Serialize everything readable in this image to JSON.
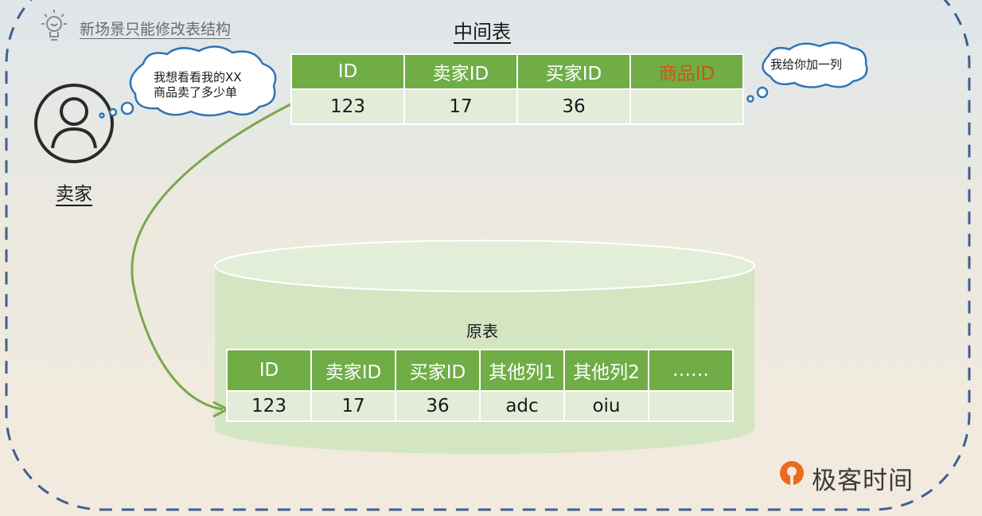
{
  "header": {
    "tip_label": "新场景只能修改表结构",
    "tip_icon": "lightbulb-icon"
  },
  "intermediate_table": {
    "title": "中间表",
    "columns": [
      "ID",
      "卖家ID",
      "买家ID",
      "商品ID"
    ],
    "row": [
      "123",
      "17",
      "36",
      ""
    ],
    "accent_column_color": "#c55a11"
  },
  "seller": {
    "label": "卖家",
    "icon": "user-avatar-icon"
  },
  "bubbles": {
    "seller_line1": "我想看看我的XX",
    "seller_line2": "商品卖了多少单",
    "system_reply": "我给你加一列"
  },
  "original_table": {
    "title": "原表",
    "columns": [
      "ID",
      "卖家ID",
      "买家ID",
      "其他列1",
      "其他列2",
      "……"
    ],
    "row": [
      "123",
      "17",
      "36",
      "adc",
      "oiu",
      ""
    ]
  },
  "brand": {
    "name": "极客时间",
    "logo_icon": "geektime-logo-icon"
  },
  "colors": {
    "header_green": "#70ad47",
    "cell_light": "#e3ebd9",
    "cylinder_fill": "#d4e5c2",
    "arrow_green": "#7aa84a",
    "frame_dash": "#3f5f8f",
    "accent_orange": "#c55a11",
    "brand_orange": "#ec6a1e"
  }
}
